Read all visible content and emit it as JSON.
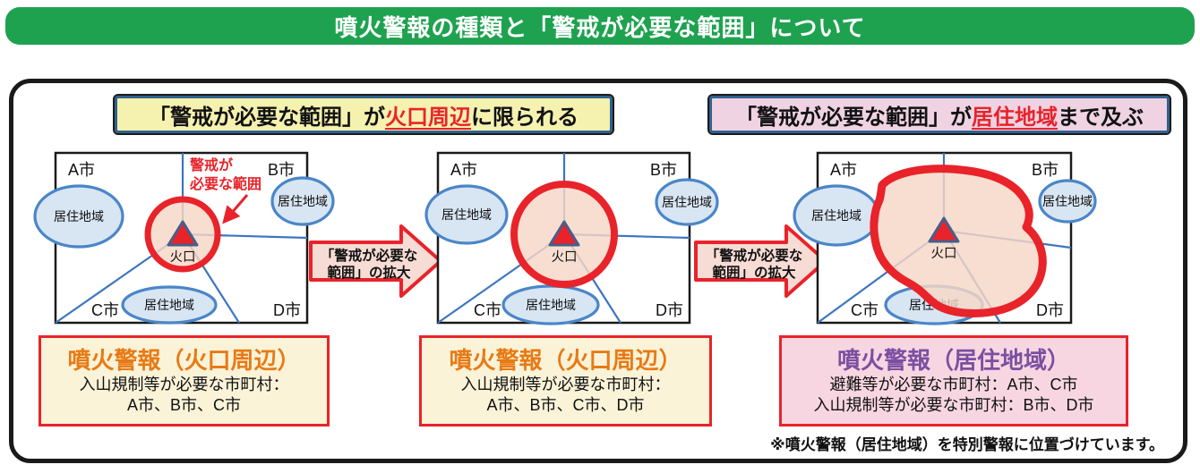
{
  "title_bar": {
    "text": "噴火警報の種類と「警戒が必要な範囲」について"
  },
  "section_headers": {
    "left": {
      "prefix": "「警戒が必要な範囲」が",
      "emphasis": "火口周辺",
      "suffix": "に限られる"
    },
    "right": {
      "prefix": "「警戒が必要な範囲」が",
      "emphasis": "居住地域",
      "suffix": "まで及ぶ"
    }
  },
  "map_labels": {
    "city_a": "A市",
    "city_b": "B市",
    "city_c": "C市",
    "city_d": "D市",
    "residential": "居住地域",
    "crater": "火口",
    "annotation_line1": "警戒が",
    "annotation_line2": "必要な範囲"
  },
  "expand_arrow": {
    "line1": "「警戒が必要な",
    "line2": "範囲」の拡大"
  },
  "warning_boxes": [
    {
      "title": "噴火警報（火口周辺）",
      "line1": "入山規制等が必要な市町村：",
      "line2": "A市、B市、C市"
    },
    {
      "title": "噴火警報（火口周辺）",
      "line1": "入山規制等が必要な市町村：",
      "line2": "A市、B市、C市、D市"
    },
    {
      "title": "噴火警報（居住地域）",
      "line1": "避難等が必要な市町村：A市、C市",
      "line2": "入山規制等が必要な市町村：B市、D市"
    }
  ],
  "footnote": "※噴火警報（居住地域）を特別警報に位置づけています。",
  "colors": {
    "title_green": "#1ea24f",
    "warning_red": "#e8232a",
    "crater_orange": "#e87a15",
    "residential_purple": "#7b4fa0",
    "boundary_blue": "#3c76c0",
    "ellipse_fill": "#d8e5f3",
    "ellipse_stroke": "#4a86c8",
    "warning_area_fill": "#f7d7c6",
    "header_yellow": "#f5f1af",
    "header_pink": "#efd3e3",
    "box_cream": "#faf3d8",
    "box_pink": "#f7d6e2"
  }
}
